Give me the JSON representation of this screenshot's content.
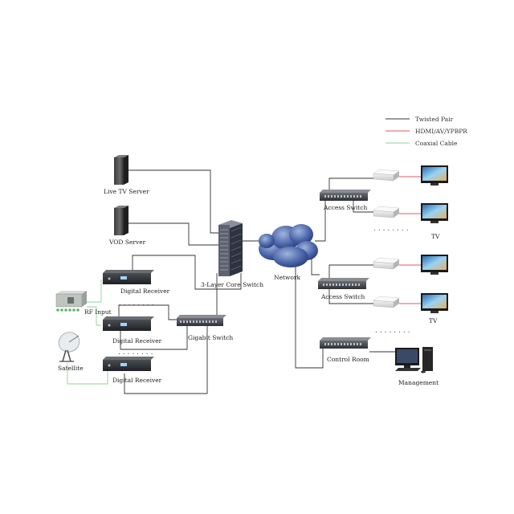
{
  "legend": {
    "twisted_pair": "Twisted Pair",
    "hdmi": "HDMI/AV/YPBPR",
    "coaxial": "Coaxial Cable",
    "colors": {
      "twisted_pair": "#333333",
      "hdmi": "#e05a6a",
      "coaxial": "#8fd09a"
    }
  },
  "nodes": {
    "live_tv_server": "Live TV Server",
    "vod_server": "VOD Server",
    "core_switch": "3-Layer Core Switch",
    "network": "Network",
    "gigabit_switch": "Gigabit Switch",
    "digital_receiver_1": "Digital Receiver",
    "digital_receiver_2": "Digital Receiver",
    "digital_receiver_3": "Digital Receiver",
    "rf_input": "RF Input",
    "satellite": "Satellite",
    "access_switch_1": "Access Switch",
    "access_switch_2": "Access Switch",
    "control_room": "Control Room",
    "management": "Management",
    "tv_1": "TV",
    "tv_2": "TV"
  },
  "ellipsis": {
    "receivers_1": "........",
    "receivers_2": "........",
    "tv_group_1": "........",
    "tv_group_2": "........"
  },
  "icons": {
    "server": "server-tower-icon",
    "switch": "network-switch-icon",
    "rack": "server-rack-icon",
    "cloud": "cloud-network-icon",
    "receiver": "digital-receiver-icon",
    "rf": "rf-input-module-icon",
    "dish": "satellite-dish-icon",
    "stb": "set-top-box-icon",
    "tv": "tv-icon",
    "pc": "desktop-computer-icon"
  }
}
